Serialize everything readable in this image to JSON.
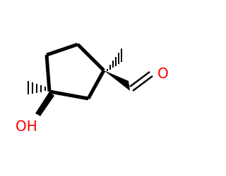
{
  "molecule": {
    "atoms": {
      "hydroxyl": {
        "label": "OH",
        "color": "#ff0000"
      },
      "carbonyl_oxygen": {
        "label": "O",
        "color": "#ff0000"
      }
    },
    "bond_color": "#000000",
    "stereo_bonds": [
      "hashed-wedge",
      "hashed-wedge",
      "bold-wedge",
      "bold-wedge"
    ]
  }
}
